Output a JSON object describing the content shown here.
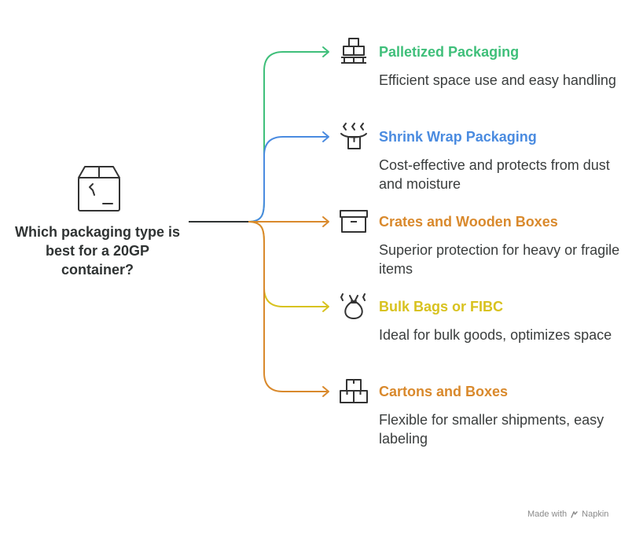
{
  "question": "Which packaging type is best for a 20GP container?",
  "colors": {
    "stem": "#2f3333",
    "icon_stroke": "#333333",
    "green": "#3fbf7a",
    "blue": "#4a8be0",
    "orange": "#d9892c",
    "yellow": "#d8c21f"
  },
  "options": [
    {
      "title": "Palletized Packaging",
      "description": "Efficient space use and easy handling",
      "color": "#3fbf7a",
      "icon": "pallet-icon"
    },
    {
      "title": "Shrink Wrap Packaging",
      "description": "Cost-effective and protects from dust and moisture",
      "color": "#4a8be0",
      "icon": "shrink-wrap-icon"
    },
    {
      "title": "Crates and Wooden Boxes",
      "description": "Superior protection for heavy or fragile items",
      "color": "#d9892c",
      "icon": "crate-icon"
    },
    {
      "title": "Bulk Bags or FIBC",
      "description": "Ideal for bulk goods, optimizes space",
      "color": "#d8c21f",
      "icon": "bulk-bag-icon"
    },
    {
      "title": "Cartons and Boxes",
      "description": "Flexible for smaller shipments, easy labeling",
      "color": "#d9892c",
      "icon": "cartons-icon"
    }
  ],
  "watermark": {
    "prefix": "Made with",
    "brand": "Napkin"
  }
}
